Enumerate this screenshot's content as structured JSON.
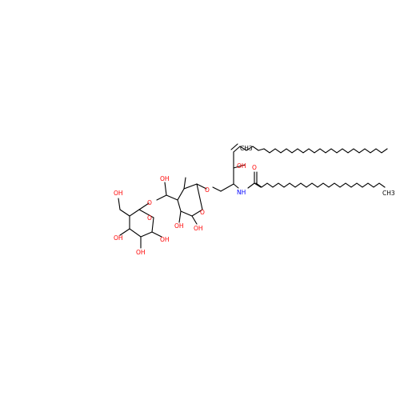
{
  "molecule": {
    "label_color_oxygen": "#ff0000",
    "label_color_nitrogen": "#0000ff",
    "label_color_carbon": "#000000",
    "labels": {
      "ch3_top": "CH3",
      "ch3_right": "CH3",
      "oh_chain": "OH",
      "nh": "NH",
      "amide_o": "O",
      "glyc_o": "O",
      "ring1_o": "O",
      "ring1_ch2oh": "OH",
      "ring1_oh2": "OH",
      "ring1_oh3": "OH",
      "link_o": "O",
      "ring2_o": "O",
      "ring2_ch2oh": "OH",
      "ring2_oh2": "OH",
      "ring2_oh3": "OH",
      "ring2_oh4": "OH"
    }
  }
}
